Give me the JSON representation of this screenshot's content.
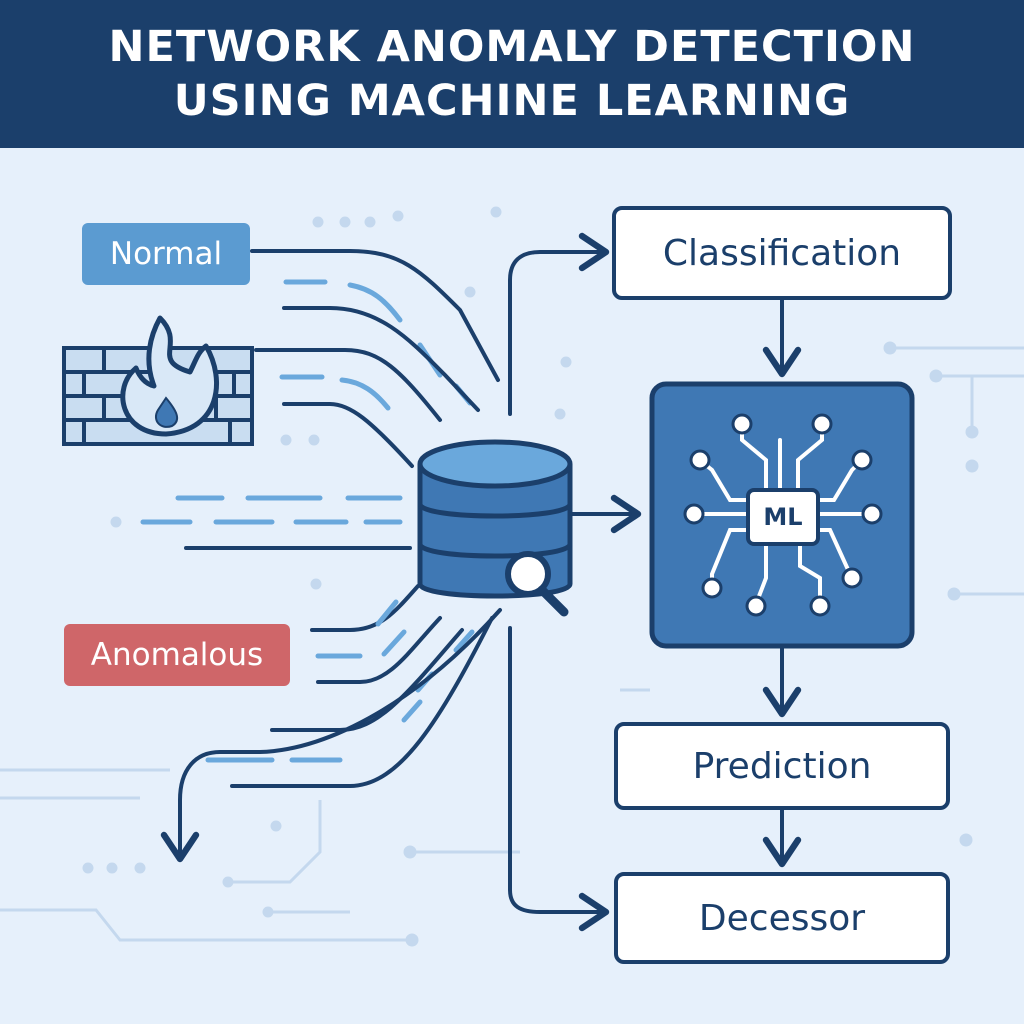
{
  "header": {
    "line1": "NETWORK ANOMALY DETECTION",
    "line2": "USING MACHINE LEARNING"
  },
  "labels": {
    "normal": "Normal",
    "anomalous": "Anomalous"
  },
  "boxes": {
    "classification": "Classification",
    "ml": "ML",
    "prediction": "Prediction",
    "decessor": "Decessor"
  },
  "colors": {
    "navy": "#1b3f6b",
    "blue": "#3f78b4",
    "light_blue": "#6aa8dc",
    "background": "#e6f0fb",
    "normal_tag": "#5b9bd1",
    "anomalous_tag": "#cf6669",
    "flame": "#d9e8f7"
  },
  "icons": {
    "firewall": "firewall-flame-icon",
    "database": "database-search-icon",
    "ml_chip": "neural-chip-icon"
  }
}
